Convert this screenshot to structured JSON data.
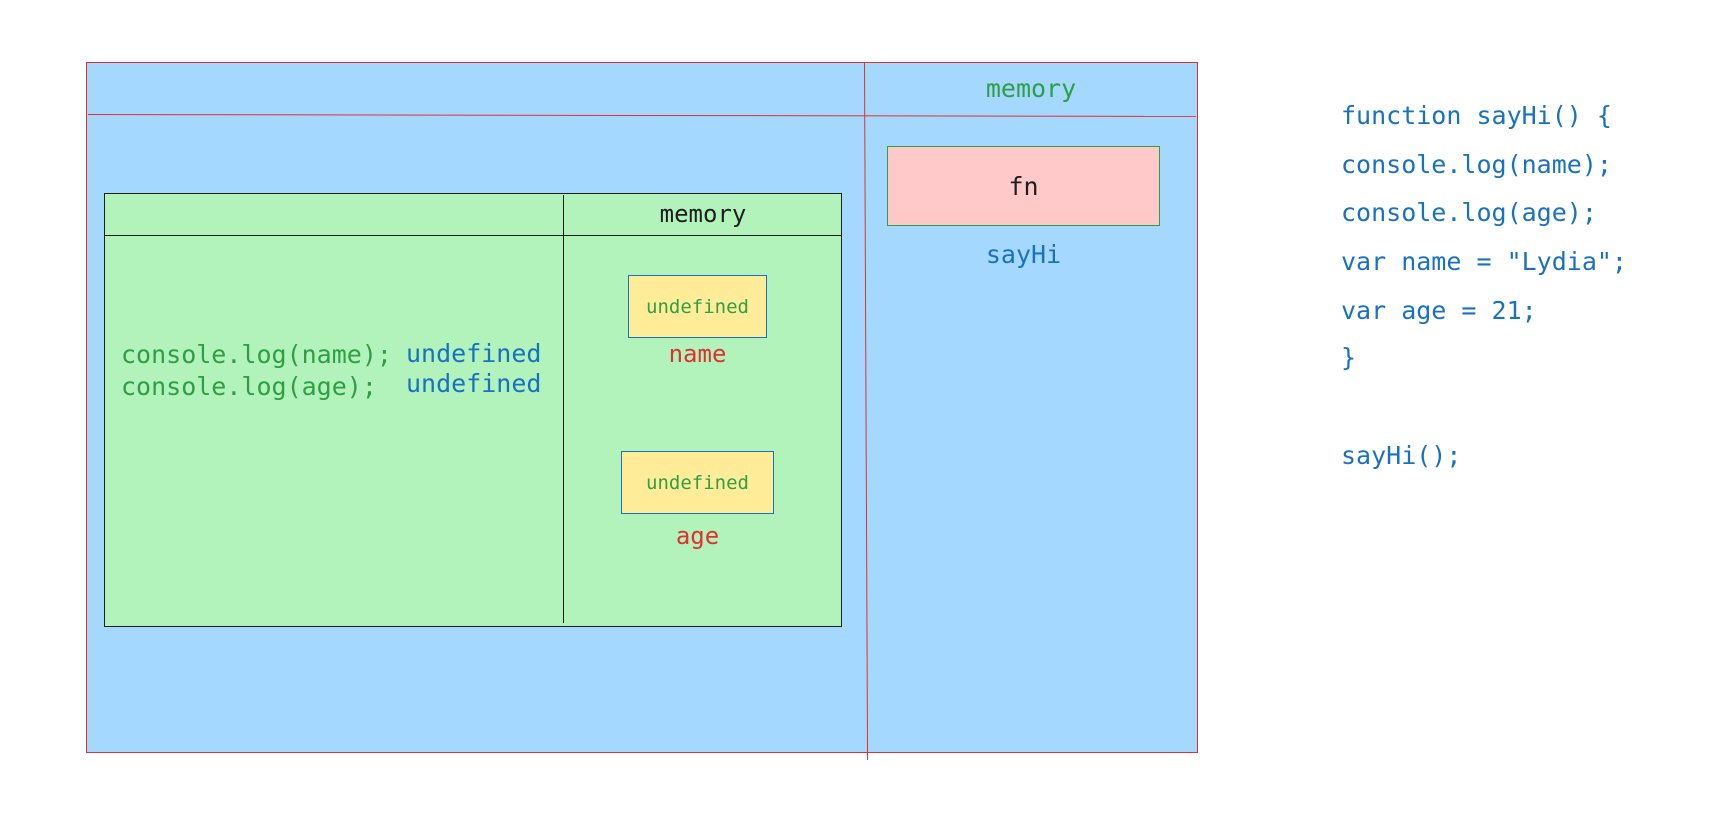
{
  "global_context": {
    "memory_title": "memory",
    "function_value": "fn",
    "function_name": "sayHi"
  },
  "function_context": {
    "memory_title": "memory",
    "code": [
      "console.log(name);",
      "console.log(age);"
    ],
    "output": [
      "undefined",
      "undefined"
    ],
    "variables": [
      {
        "value": "undefined",
        "name": "name"
      },
      {
        "value": "undefined",
        "name": "age"
      }
    ]
  },
  "source_code": [
    "function sayHi() {",
    "console.log(name);",
    "console.log(age);",
    "var name = \"Lydia\";",
    "var age = 21;",
    "}",
    "",
    "sayHi();"
  ],
  "colors": {
    "global_bg": "#a5d8ff",
    "global_border": "#e03131",
    "function_bg": "#b2f2bb",
    "fn_value_bg": "#ffc9c9",
    "variable_bg": "#ffec99",
    "code_text": "#2f9e44",
    "blue_text": "#1971c2",
    "variable_name_text": "#e03131"
  }
}
